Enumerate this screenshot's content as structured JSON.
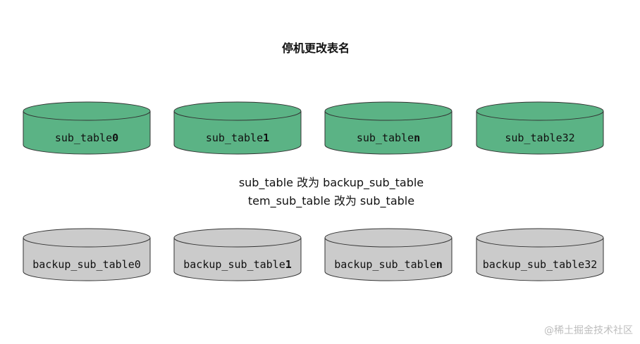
{
  "title": "停机更改表名",
  "colors": {
    "green_fill": "#5bb385",
    "green_stroke": "#333333",
    "gray_fill": "#cbcbcb",
    "gray_stroke": "#333333"
  },
  "top_row": [
    {
      "prefix": "sub_table",
      "suffix": "0",
      "suffix_class": "bold"
    },
    {
      "prefix": "sub_table",
      "suffix": "1",
      "suffix_class": "bold"
    },
    {
      "prefix": "sub_table",
      "suffix": "n",
      "suffix_class": "bold"
    },
    {
      "prefix": "sub_table",
      "suffix": "32",
      "suffix_class": ""
    }
  ],
  "bottom_row": [
    {
      "prefix": "backup_sub_table",
      "suffix": "0",
      "suffix_class": ""
    },
    {
      "prefix": "backup_sub_table",
      "suffix": "1",
      "suffix_class": "bold"
    },
    {
      "prefix": "backup_sub_table",
      "suffix": "n",
      "suffix_class": "bold"
    },
    {
      "prefix": "backup_sub_table",
      "suffix": "32",
      "suffix_class": ""
    }
  ],
  "note": {
    "line1": "sub_table 改为 backup_sub_table",
    "line2": "tem_sub_table 改为 sub_table"
  },
  "watermark": "@稀土掘金技术社区"
}
